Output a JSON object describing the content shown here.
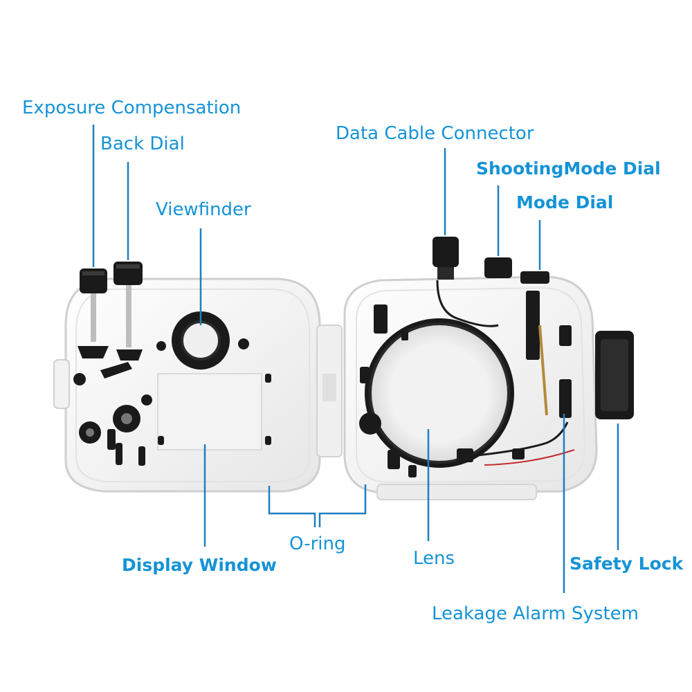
{
  "labels": {
    "exposure_compensation": "Exposure Compensation",
    "back_dial": "Back Dial",
    "viewfinder": "Viewfinder",
    "data_cable_connector": "Data Cable Connector",
    "shooting_mode_dial": "ShootingMode Dial",
    "mode_dial": "Mode Dial",
    "display_window": "Display Window",
    "o_ring": "O-ring",
    "lens": "Lens",
    "safety_lock": "Safety Lock",
    "leakage_alarm_system": "Leakage Alarm System"
  },
  "colors": {
    "label": "#1593d6",
    "leader_line": "#1e7fc0",
    "housing": "#f7f7f7",
    "housing_edge": "#d4d4d4",
    "knob": "#1a1a1a"
  }
}
